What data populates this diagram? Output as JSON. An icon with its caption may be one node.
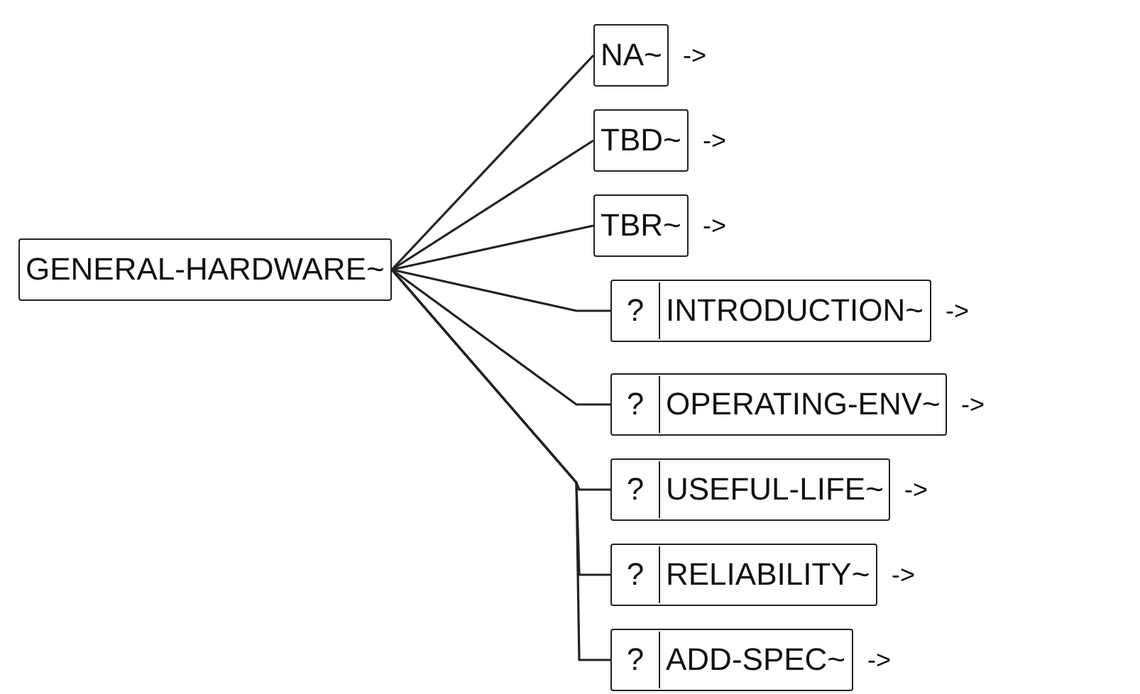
{
  "diagram": {
    "nodes": [
      {
        "text": [
          "GENERAL-HARDWARE~"
        ]
      },
      {
        "text": [
          "NA~"
        ],
        "beside": [
          "->"
        ]
      },
      {
        "text": [
          "TBD~"
        ],
        "beside": [
          "->"
        ]
      },
      {
        "text": [
          "TBR~"
        ],
        "beside": [
          "->"
        ]
      },
      {
        "text": [
          "?",
          "INTRODUCTION~"
        ],
        "beside": [
          "->"
        ]
      },
      {
        "text": [
          "?",
          "OPERATING-ENV~"
        ],
        "beside": [
          "->"
        ]
      },
      {
        "text": [
          "?",
          "USEFUL-LIFE~"
        ],
        "beside": [
          "->"
        ]
      },
      {
        "text": [
          "?",
          "RELIABILITY~"
        ],
        "beside": [
          "->"
        ]
      },
      {
        "text": [
          "?",
          "ADD-SPEC~"
        ],
        "beside": [
          "->"
        ]
      }
    ],
    "edges": [
      {
        "from": 0,
        "to": 1,
        "arrow": "none"
      },
      {
        "from": 0,
        "to": 2,
        "arrow": "none"
      },
      {
        "from": 0,
        "to": 3,
        "arrow": "none"
      },
      {
        "from": 0,
        "to": 4,
        "arrow": "none"
      },
      {
        "from": 0,
        "to": 5,
        "arrow": "none"
      },
      {
        "from": 0,
        "to": 6,
        "arrow": "none"
      },
      {
        "from": 0,
        "to": 7,
        "arrow": "none"
      },
      {
        "from": 0,
        "to": 8,
        "arrow": "none"
      }
    ]
  }
}
